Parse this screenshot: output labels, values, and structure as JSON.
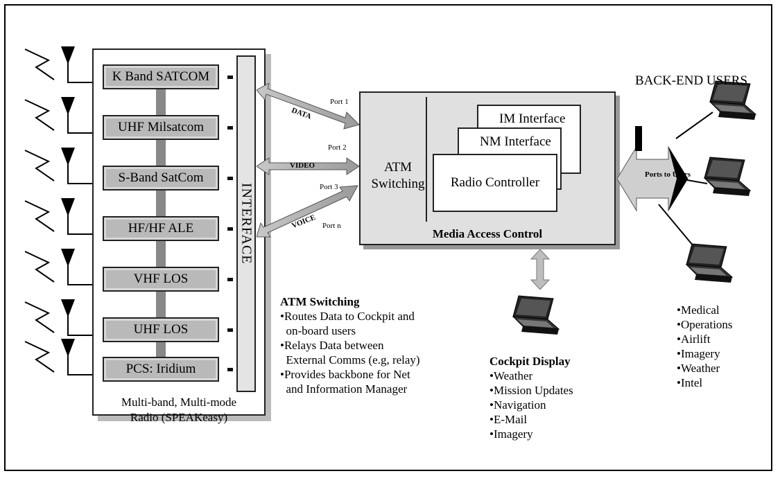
{
  "radio": {
    "bands": [
      "K Band SATCOM",
      "UHF Milsatcom",
      "S-Band SatCom",
      "HF/HF ALE",
      "VHF LOS",
      "UHF LOS",
      "PCS: Iridium"
    ],
    "interface_label": "INTERFACE",
    "caption_line1": "Multi-band, Multi-mode",
    "caption_line2": "Radio (SPEAKeasy)"
  },
  "ports": {
    "port1": "Port 1",
    "port2": "Port 2",
    "port3": "Port 3",
    "portn": "Port n",
    "data": "DATA",
    "video": "VIDEO",
    "voice": "VOICE"
  },
  "mac": {
    "title": "Media Access Control",
    "atm_line1": "ATM",
    "atm_line2": "Switching",
    "im": "IM Interface",
    "nm": "NM Interface",
    "rc": "Radio Controller"
  },
  "atm_notes": {
    "heading": "ATM Switching",
    "items": [
      "•Routes Data to Cockpit and",
      "  on-board users",
      "•Relays Data between",
      "  External Comms (e.g, relay)",
      "•Provides backbone for Net",
      "  and Information Manager"
    ]
  },
  "cockpit": {
    "heading": "Cockpit Display",
    "items": [
      "•Weather",
      "•Mission Updates",
      "•Navigation",
      "•E-Mail",
      "•Imagery"
    ]
  },
  "backend": {
    "heading": "BACK-END USERS",
    "ports_to_users": "Ports to Users",
    "items": [
      "•Medical",
      "•Operations",
      "•Airlift",
      "•Imagery",
      "•Weather",
      "•Intel"
    ]
  }
}
